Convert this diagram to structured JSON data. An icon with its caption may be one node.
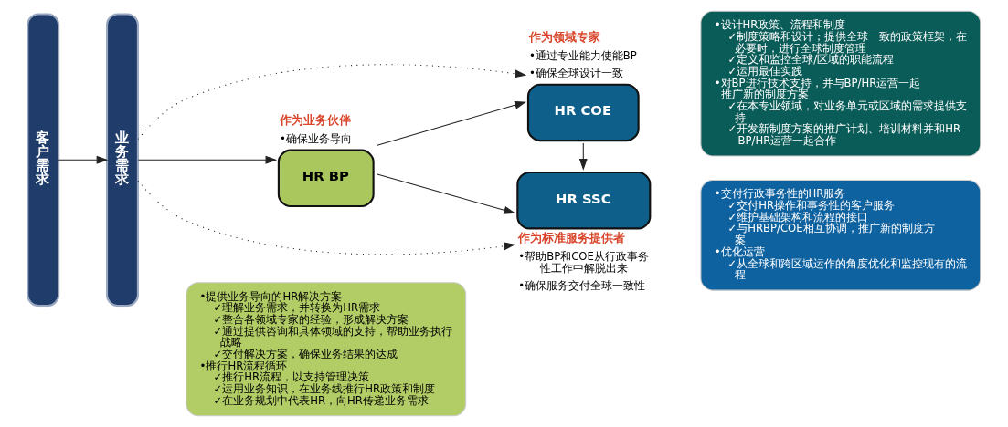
{
  "diagram": {
    "nodes": [
      {
        "text": [
          "客户需求"
        ]
      },
      {
        "text": [
          "业务需求"
        ]
      },
      {
        "text": [
          "HR BP"
        ],
        "beside": [
          "作为业务伙伴",
          "•确保业务导向"
        ]
      },
      {
        "text": [
          "HR COE"
        ],
        "beside": [
          "作为领域专家",
          "•通过专业能力使能BP",
          "•确保全球设计一致"
        ]
      },
      {
        "text": [
          "HR SSC"
        ],
        "beside": [
          "作为标准服务提供者",
          "•帮助BP和COE从行政事务性工作中解脱出来",
          "•确保服务交付全球一致性"
        ]
      },
      {
        "text": [
          "•设计HR政策、流程和制度",
          "✓制度策略和设计；提供全球一致的政策框架，在必要时，进行全球制度管理",
          "✓定义和监控全球/区域的职能流程",
          "✓运用最佳实践",
          "•对BP进行技术支持，并与BP/HR运营一起推广新的制度方案",
          "✓在本专业领域，对业务单元或区域的需求提供支持",
          "✓开发新制度方案的推广计划、培训材料并和HR BP/HR运营一起合作"
        ]
      },
      {
        "text": [
          "•提供业务导向的HR解决方案",
          "✓理解业务需求，并转换为HR需求",
          "✓整合各领域专家的经验，形成解决方案",
          "✓通过提供咨询和具体领域的支持，帮助业务执行战略",
          "✓交付解决方案，确保业务结果的达成",
          "•推行HR流程循环",
          "✓推行HR流程，以支持管理决策",
          "✓运用业务知识，在业务线推行HR政策和制度",
          "✓在业务规划中代表HR，向HR传递业务需求"
        ]
      },
      {
        "text": [
          "•交付行政事务性的HR服务",
          "✓交付HR操作和事务性的客户服务",
          "✓维护基础架构和流程的接口",
          "✓与HRBP/COE相互协调，推广新的制度方案",
          "•优化运营",
          "✓从全球和跨区域运作的角度优化和监控现有的流程"
        ]
      }
    ],
    "edges": [
      {
        "from": 0,
        "to": 1,
        "arrow": "to"
      },
      {
        "from": 1,
        "to": 2,
        "arrow": "to"
      },
      {
        "from": 1,
        "to": 3,
        "arrow": "to",
        "style": "dashed"
      },
      {
        "from": 2,
        "to": 3,
        "arrow": "to"
      },
      {
        "from": 2,
        "to": 4,
        "arrow": "to"
      },
      {
        "from": 3,
        "to": 4,
        "arrow": "to"
      },
      {
        "from": 1,
        "to": 4,
        "arrow": "to",
        "style": "dashed"
      }
    ]
  }
}
